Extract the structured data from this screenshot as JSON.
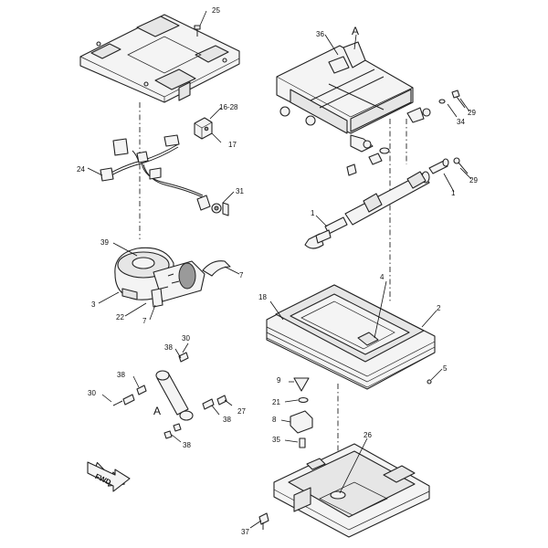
{
  "callouts": {
    "c25": "25",
    "c16_28": "16-28",
    "c17": "17",
    "c24": "24",
    "c31": "31",
    "c39": "39",
    "c3": "3",
    "c22": "22",
    "c7a": "7",
    "c7b": "7",
    "c36": "36",
    "cA_top": "A",
    "c34": "34",
    "c29a": "29",
    "c29b": "29",
    "c1a": "1",
    "c1b": "1",
    "c18": "18",
    "c4": "4",
    "c2": "2",
    "c5": "5",
    "c30a": "30",
    "c38a": "38",
    "c38b": "38",
    "c30b": "30",
    "cA_bottom": "A",
    "c38c": "38",
    "c27": "27",
    "c38d": "38",
    "c9": "9",
    "c21": "21",
    "c8": "8",
    "c35": "35",
    "c26": "26",
    "c37": "37"
  },
  "fwd_label": "FWD"
}
